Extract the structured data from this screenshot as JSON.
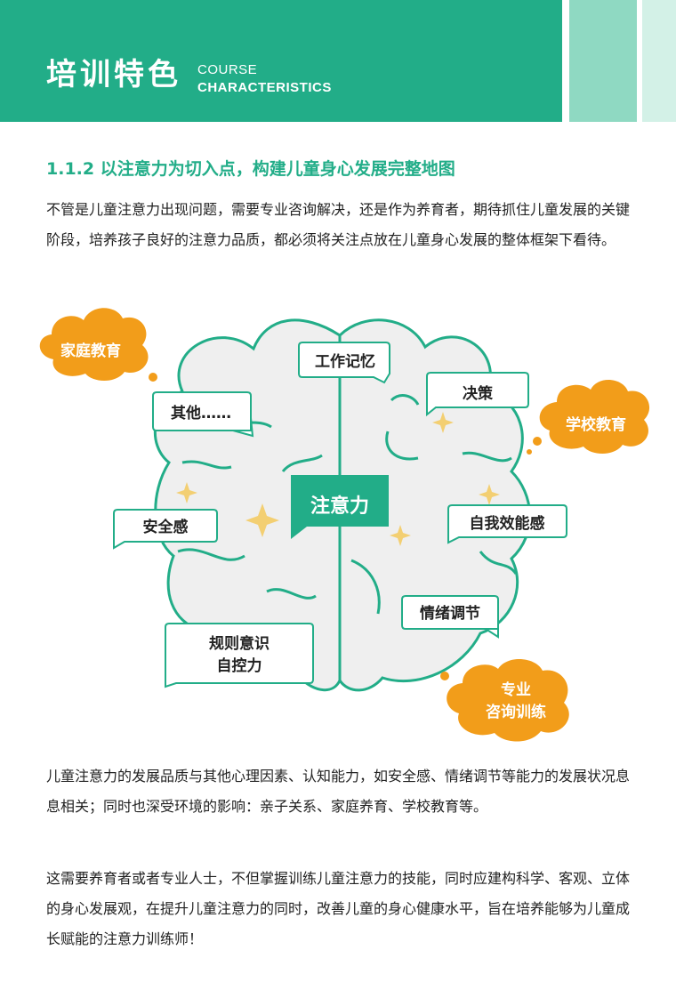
{
  "header": {
    "title": "培训特色",
    "subtitle_line1": "COURSE",
    "subtitle_line2": "CHARACTERISTICS"
  },
  "section": {
    "title": "1.1.2  以注意力为切入点，构建儿童身心发展完整地图"
  },
  "paragraphs": [
    "不管是儿童注意力出现问题，需要专业咨询解决，还是作为养育者，期待抓住儿童发展的关键阶段，培养孩子良好的注意力品质，都必须将关注点放在儿童身心发展的整体框架下看待。",
    "儿童注意力的发展品质与其他心理因素、认知能力，如安全感、情绪调节等能力的发展状况息息相关；同时也深受环境的影响：亲子关系、家庭养育、学校教育等。",
    "这需要养育者或者专业人士，不但掌握训练儿童注意力的技能，同时应建构科学、客观、立体的身心发展观，在提升儿童注意力的同时，改善儿童的身心健康水平，旨在培养能够为儿童成长赋能的注意力训练师！"
  ],
  "diagram": {
    "center": "注意力",
    "boxes": [
      "工作记忆",
      "决策",
      "其他……",
      "安全感",
      "自我效能感",
      "情绪调节",
      "规则意识",
      "自控力"
    ],
    "clouds": [
      "家庭教育",
      "学校教育",
      "专业",
      "咨询训练"
    ]
  },
  "colors": {
    "brand_green": "#22ad88",
    "cloud_orange": "#f29d1a",
    "sparkle_yellow": "#f3cf72",
    "brain_fill": "#efefef"
  }
}
